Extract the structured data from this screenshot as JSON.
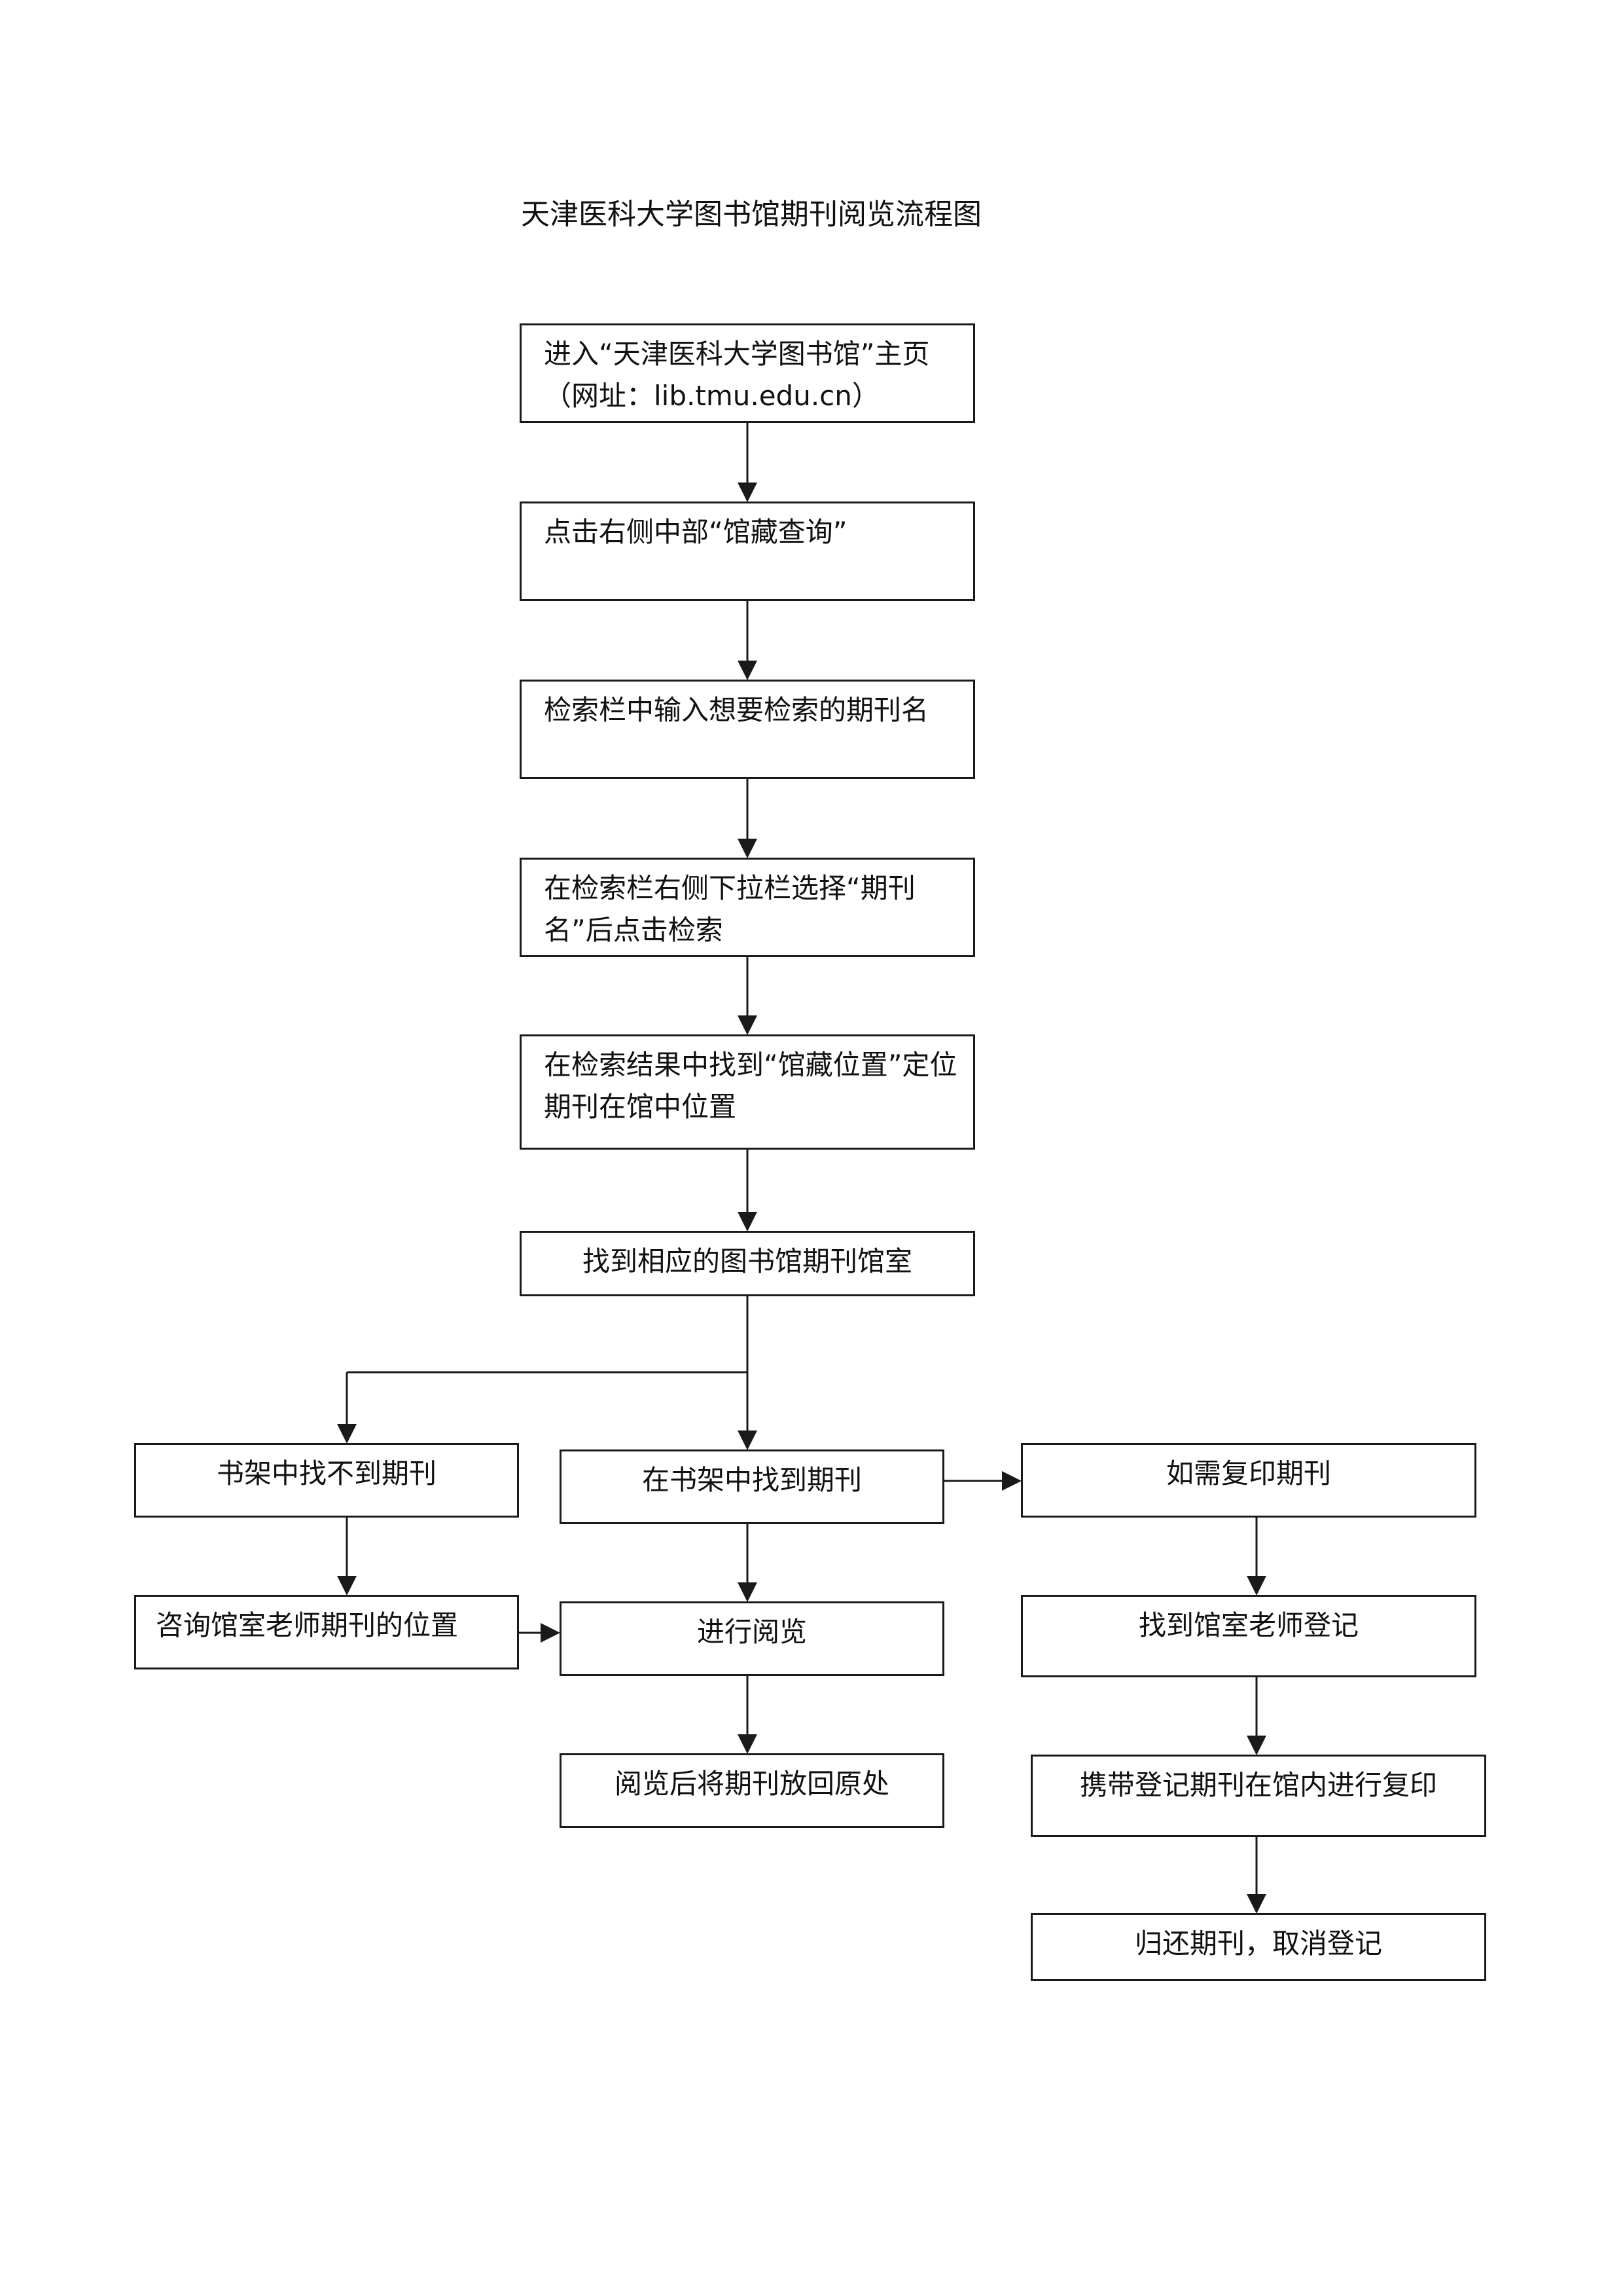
{
  "title": "天津医科大学图书馆期刊阅览流程图",
  "steps": {
    "step1": "进入“天津医科大学图书馆”主页（网址：lib.tmu.edu.cn）",
    "step2": "点击右侧中部“馆藏查询”",
    "step3": "检索栏中输入想要检索的期刊名",
    "step4": "在检索栏右侧下拉栏选择“期刊名”后点击检索",
    "step5": "在检索结果中找到“馆藏位置”定位期刊在馆中位置",
    "step6": "找到相应的图书馆期刊馆室"
  },
  "branches": {
    "not_found": {
      "step1": "书架中找不到期刊",
      "step2": "咨询馆室老师期刊的位置"
    },
    "found": {
      "step1": "在书架中找到期刊",
      "step2": "进行阅览",
      "step3": "阅览后将期刊放回原处"
    },
    "copy": {
      "step1": "如需复印期刊",
      "step2": "找到馆室老师登记",
      "step3": "携带登记期刊在馆内进行复印",
      "step4": "归还期刊，取消登记"
    }
  },
  "colors": {
    "line": "#1a1a1a",
    "text": "#111111",
    "background": "#ffffff"
  }
}
